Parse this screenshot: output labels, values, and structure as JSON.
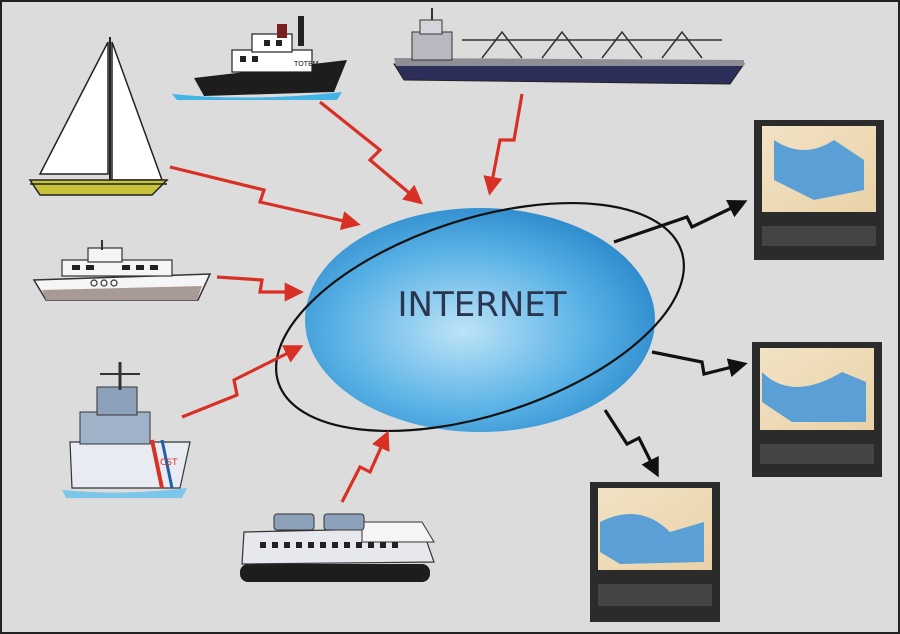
{
  "center_label": "INTERNET",
  "icons": {
    "sailboat": "sailboat-icon",
    "tugboat": "tugboat-icon",
    "cargo_ship": "cargo-ship-icon",
    "motor_yacht": "motor-yacht-icon",
    "coast_guard": "coast-guard-cutter-icon",
    "hovercraft": "hovercraft-icon",
    "laptop": "laptop-icon"
  },
  "vessel_names": {
    "tugboat": "TOTEM",
    "coast_guard": "CST"
  },
  "colors": {
    "background": "#dcdcdc",
    "globe": "#3a9ad8",
    "globe_light": "#a6d6f2",
    "arrow_in": "#d93025",
    "arrow_out": "#111111",
    "orbit": "#111111",
    "laptop_body": "#2b2b2b"
  }
}
